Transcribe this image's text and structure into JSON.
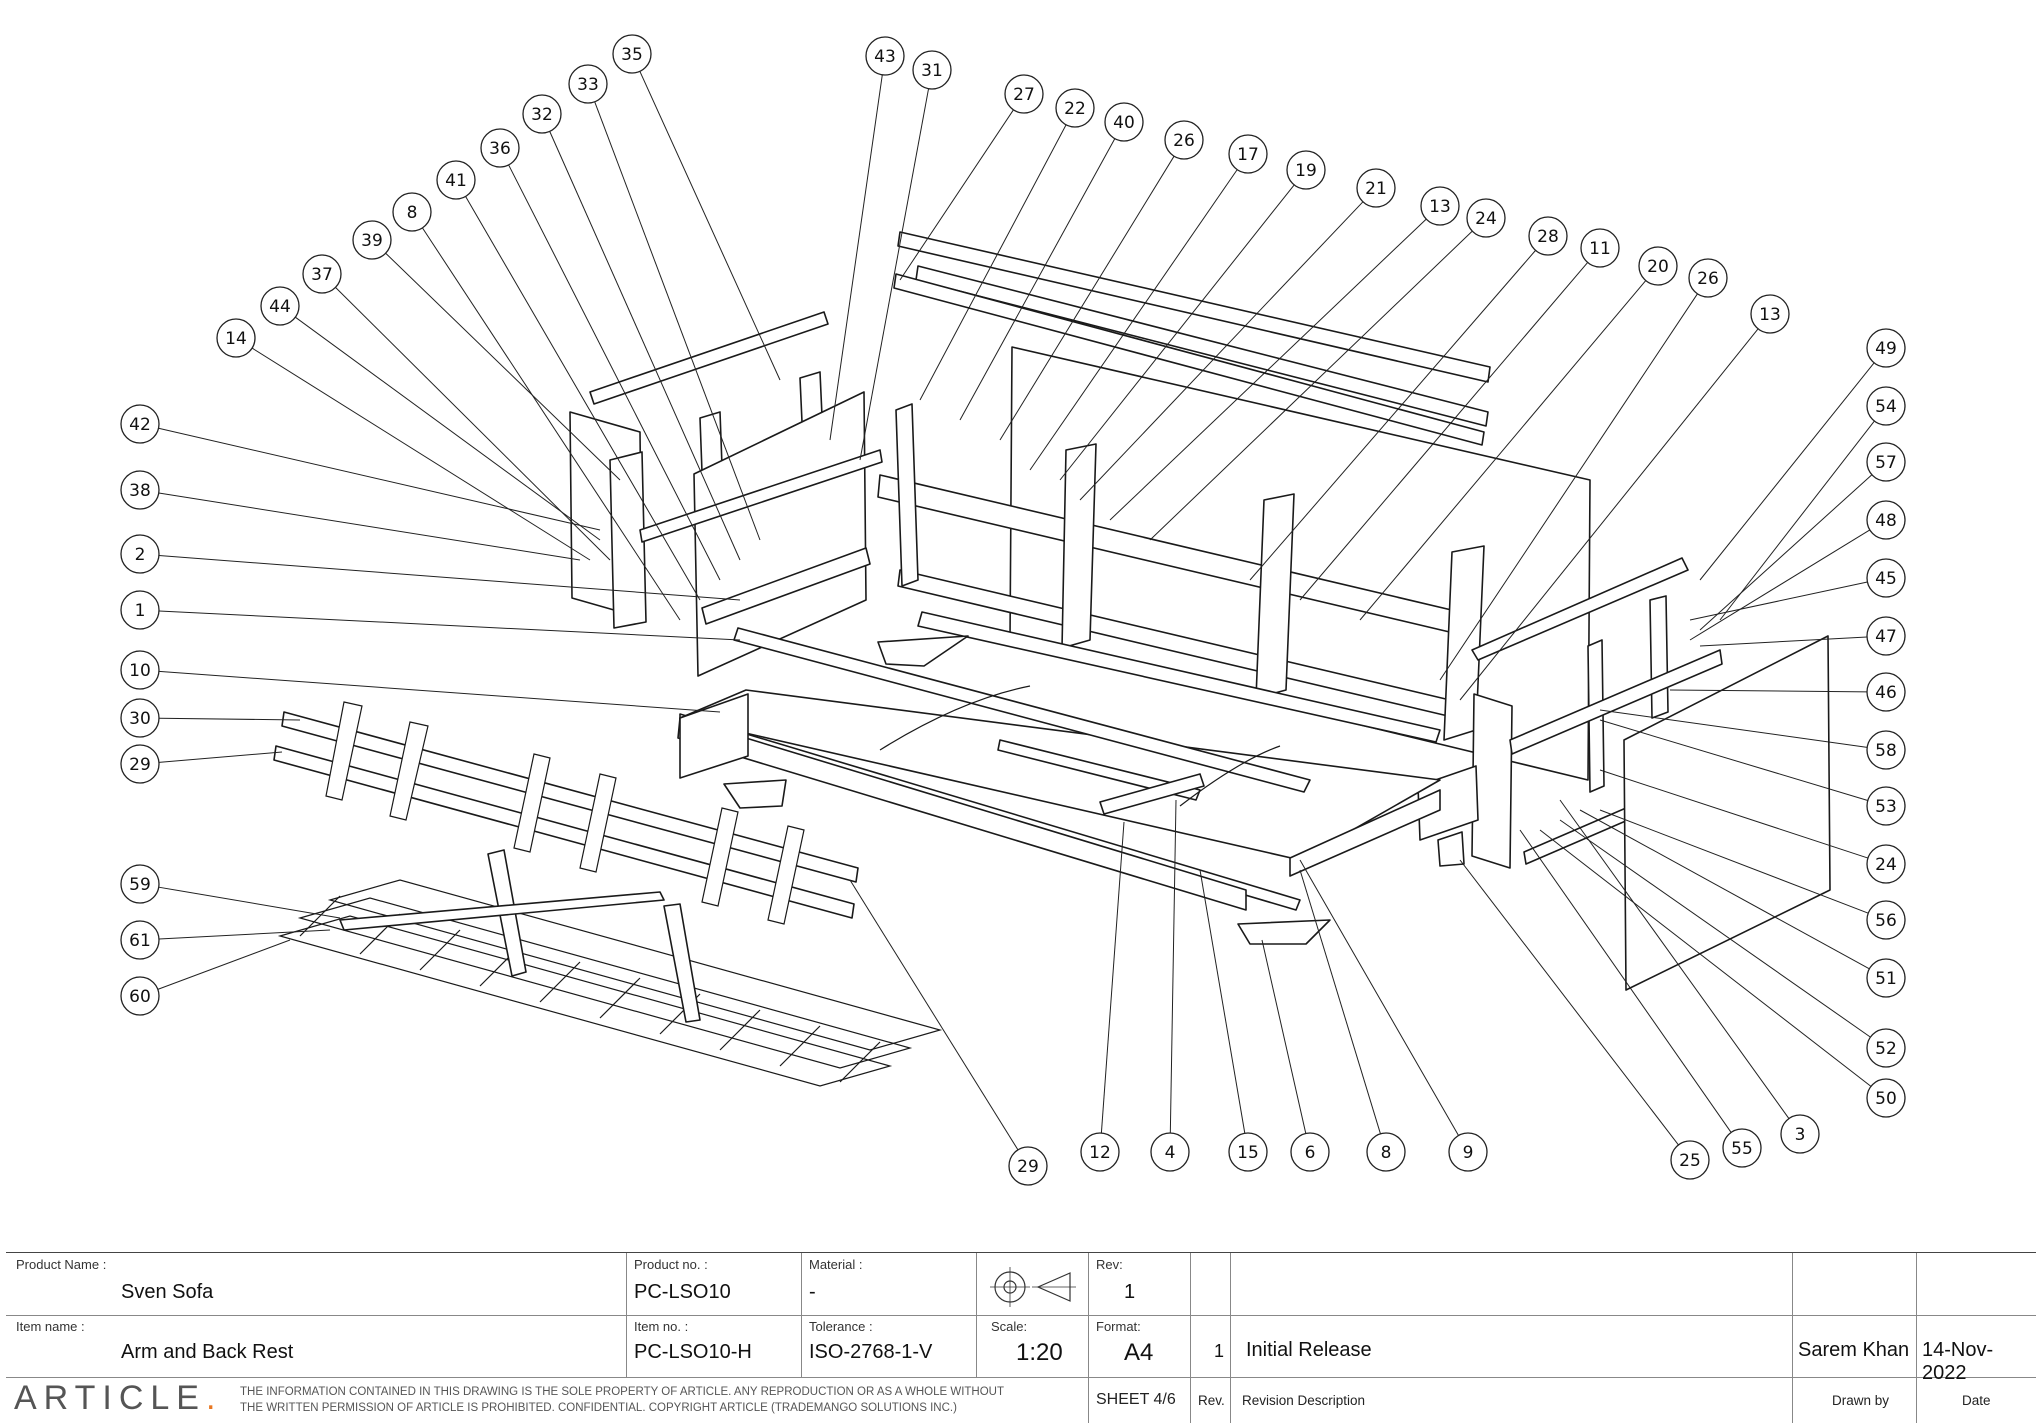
{
  "balloons": [
    "35",
    "43",
    "31",
    "27",
    "22",
    "40",
    "26",
    "17",
    "19",
    "21",
    "13",
    "24",
    "28",
    "11",
    "20",
    "26",
    "13",
    "33",
    "32",
    "36",
    "41",
    "8",
    "39",
    "37",
    "44",
    "14",
    "42",
    "38",
    "2",
    "1",
    "10",
    "30",
    "29",
    "49",
    "54",
    "57",
    "48",
    "45",
    "47",
    "46",
    "58",
    "53",
    "24",
    "56",
    "51",
    "52",
    "50",
    "59",
    "61",
    "60",
    "29",
    "12",
    "4",
    "15",
    "6",
    "8",
    "9",
    "25",
    "55",
    "3"
  ],
  "title_block": {
    "product_name_label": "Product Name :",
    "product_name": "Sven Sofa",
    "product_no_label": "Product no. :",
    "product_no": "PC-LSO10",
    "material_label": "Material :",
    "material": "-",
    "rev_label": "Rev:",
    "rev": "1",
    "item_name_label": "Item name :",
    "item_name": "Arm and Back Rest",
    "item_no_label": "Item no. :",
    "item_no": "PC-LSO10-H",
    "tolerance_label": "Tolerance :",
    "tolerance": "ISO-2768-1-V",
    "scale_label": "Scale:",
    "scale": "1:20",
    "format_label": "Format:",
    "format": "A4",
    "revision_number": "1",
    "revision_description": "Initial Release",
    "drawn_by": "Sarem Khan",
    "date": "14-Nov-2022",
    "sheet": "SHEET 4/6",
    "rev_header": "Rev.",
    "revision_description_header": "Revision Description",
    "drawn_by_header": "Drawn by",
    "date_header": "Date",
    "brand_name": "ARTICLE",
    "brand_dot": ".",
    "disclaimer_line1": "THE INFORMATION CONTAINED IN THIS DRAWING IS THE SOLE PROPERTY OF ARTICLE. ANY REPRODUCTION OR AS A WHOLE WITHOUT",
    "disclaimer_line2": "THE WRITTEN PERMISSION OF ARTICLE IS PROHIBITED.  CONFIDENTIAL. COPYRIGHT ARTICLE (TRADEMANGO SOLUTIONS INC.)"
  }
}
